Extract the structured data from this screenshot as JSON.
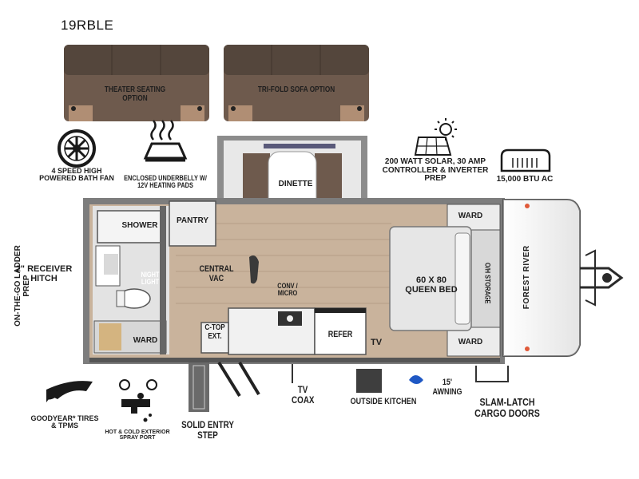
{
  "model": "19RBLE",
  "options": {
    "theater_seating": "THEATER SEATING OPTION",
    "tri_fold_sofa": "TRI-FOLD SOFA OPTION"
  },
  "features": {
    "bath_fan": "4 SPEED HIGH POWERED BATH FAN",
    "underbelly": "ENCLOSED UNDERBELLY W/ 12V HEATING PADS",
    "solar": "200 WATT SOLAR, 30 AMP CONTROLLER & INVERTER PREP",
    "ac": "15,000 BTU AC",
    "receiver_hitch": "2\" RECEIVER HITCH",
    "ladder_prep": "ON-THE-GO LADDER PREP",
    "tires": "GOODYEAR* TIRES & TPMS",
    "spray_port": "HOT & COLD EXTERIOR SPRAY PORT",
    "entry_step": "SOLID ENTRY STEP",
    "tv_coax": "TV COAX",
    "outside_kitchen": "OUTSIDE KITCHEN",
    "awning": "15' AWNING",
    "cargo_doors": "SLAM-LATCH CARGO DOORS"
  },
  "rooms": {
    "dinette": "DINETTE",
    "shower": "SHOWER",
    "pantry": "PANTRY",
    "night_light": "NIGHT LIGHT",
    "central_vac": "CENTRAL VAC",
    "conv_micro": "CONV / MICRO",
    "ctop": "C-TOP EXT.",
    "refer": "REFER",
    "tv": "TV",
    "ward_bath": "WARD",
    "ward_top": "WARD",
    "ward_bottom": "WARD",
    "bed": "60 X 80 QUEEN BED",
    "oh_storage": "O/H STORAGE"
  },
  "brand": "FOREST RIVER",
  "colors": {
    "sofa": "#6e5a4d",
    "sofa_dark": "#54463c",
    "sofa_accent": "#b08e74",
    "floor": "#c9b39c",
    "wall": "#8c8c8c",
    "dark": "#333333",
    "bed": "#e6e6e6"
  }
}
